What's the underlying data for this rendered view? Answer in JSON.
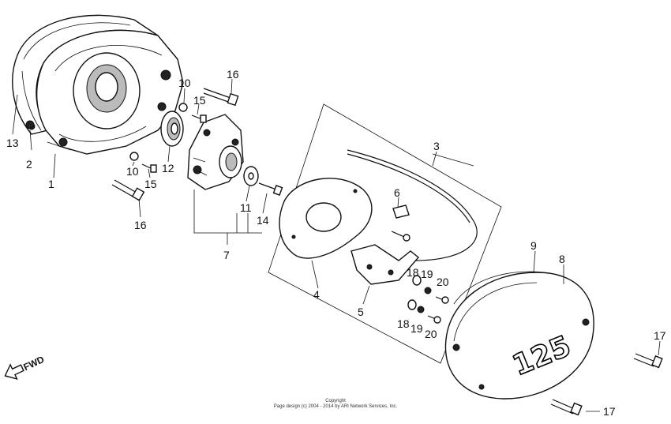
{
  "diagram": {
    "callouts": {
      "c1": "1",
      "c2": "2",
      "c3": "3",
      "c4": "4",
      "c5": "5",
      "c6": "6",
      "c7": "7",
      "c8": "8",
      "c9": "9",
      "c10a": "10",
      "c10b": "10",
      "c11": "11",
      "c12": "12",
      "c13": "13",
      "c14": "14",
      "c15a": "15",
      "c15b": "15",
      "c16a": "16",
      "c16b": "16",
      "c17a": "17",
      "c17b": "17",
      "c18a": "18",
      "c18b": "18",
      "c19a": "19",
      "c19b": "19",
      "c20a": "20",
      "c20b": "20"
    },
    "cover_logo": "125",
    "direction_label": "FWD",
    "copyright_line1": "Copyright",
    "copyright_line2": "Page design (c) 2004 - 2014 by ARI Network Services, Inc."
  }
}
